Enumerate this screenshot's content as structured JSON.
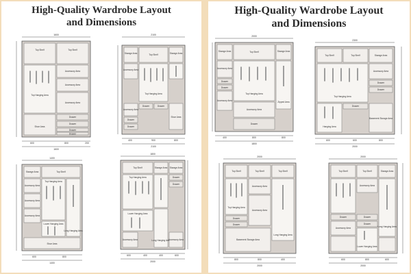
{
  "panels": [
    {
      "title_line1": "High-Quality Wardrobe Layout",
      "title_line2": "and Dimensions",
      "diagrams": [
        {
          "overall_width": "1600",
          "bottom_total": "1600",
          "bottom_parts": [
            "600",
            "800",
            "200"
          ],
          "labels": [
            "Top Shelf",
            "Top Shelf",
            "Accessory Area",
            "Accessory Area",
            "Top Hanging Area",
            "Accessory Area",
            "Drawer",
            "Drawer",
            "Shoe Area",
            "Drawer",
            "Drawer"
          ]
        },
        {
          "overall_width": "2100",
          "bottom_total": "2100",
          "bottom_parts": [
            "400",
            "900",
            "800"
          ],
          "labels": [
            "Storage Area",
            "Top Shelf",
            "Storage Area",
            "Accessory Area",
            "Top Hanging Area",
            "Accessory Area",
            "Drawer",
            "Drawer",
            "Drawer",
            "Drawer",
            "Shoe Area"
          ]
        },
        {
          "overall_width": "1400",
          "bottom_total": "1400",
          "bottom_parts": [
            "600",
            "800"
          ],
          "labels": [
            "Storage Area",
            "Top Shelf",
            "Top Hanging Area",
            "Accessory Area",
            "Accessory Area",
            "Accessory Area",
            "Lower Hanging Area",
            "Long Hanging Area",
            "Shoe Area"
          ]
        },
        {
          "overall_width": "1800",
          "bottom_total": "2000",
          "bottom_parts": [
            "600",
            "400",
            "400",
            "600"
          ],
          "labels": [
            "Top Shelf",
            "Storage Area",
            "Storage Area",
            "Top Hanging Area",
            "Lower Hanging Area",
            "Drawer",
            "Drawer",
            "Accessory Area",
            "Long Hanging Area",
            "Accessory Area"
          ]
        }
      ]
    },
    {
      "title_line1": "High-Quality Wardrobe Layout",
      "title_line2": "and Dimensions",
      "diagrams": [
        {
          "overall_width": "2000",
          "bottom_total": "1800",
          "bottom_parts": [
            "400",
            "800",
            "800"
          ],
          "labels": [
            "Storage Area",
            "Top Shelf",
            "Storage Area",
            "Accessory Area",
            "Top Hanging Area",
            "Drawer",
            "Drawer",
            "Accessory Area",
            "Zipped Area",
            "Accessory Area",
            "Drawer"
          ]
        },
        {
          "overall_width": "2300",
          "bottom_total": "2000",
          "bottom_parts": [
            "600",
            "600",
            "800"
          ],
          "labels": [
            "Top Shelf",
            "Top Shelf",
            "Storage Area",
            "Accessory Area",
            "Drawer",
            "Drawer",
            "Top Hanging Area",
            "Hanging Area",
            "Drawer",
            "Basement Storage Area"
          ]
        },
        {
          "overall_width": "2000",
          "bottom_total": "2000",
          "bottom_parts": [
            "800",
            "800",
            "400"
          ],
          "labels": [
            "Top Shelf",
            "Top Shelf",
            "Top Shelf",
            "Accessory Area",
            "Top Hanging Area",
            "Drawer",
            "Drawer",
            "Accessory Area",
            "Long Hanging Area",
            "Basement Storage Area"
          ]
        },
        {
          "overall_width": "2000",
          "bottom_total": "2000",
          "bottom_parts": [
            "600",
            "800",
            "600"
          ],
          "labels": [
            "Top Shelf",
            "Top Shelf",
            "Storage Area",
            "Accessory Area",
            "Drawer",
            "Drawer",
            "Drawer",
            "Long Hanging Area",
            "Accessory Area",
            "Lower Hanging Area"
          ]
        }
      ]
    }
  ]
}
